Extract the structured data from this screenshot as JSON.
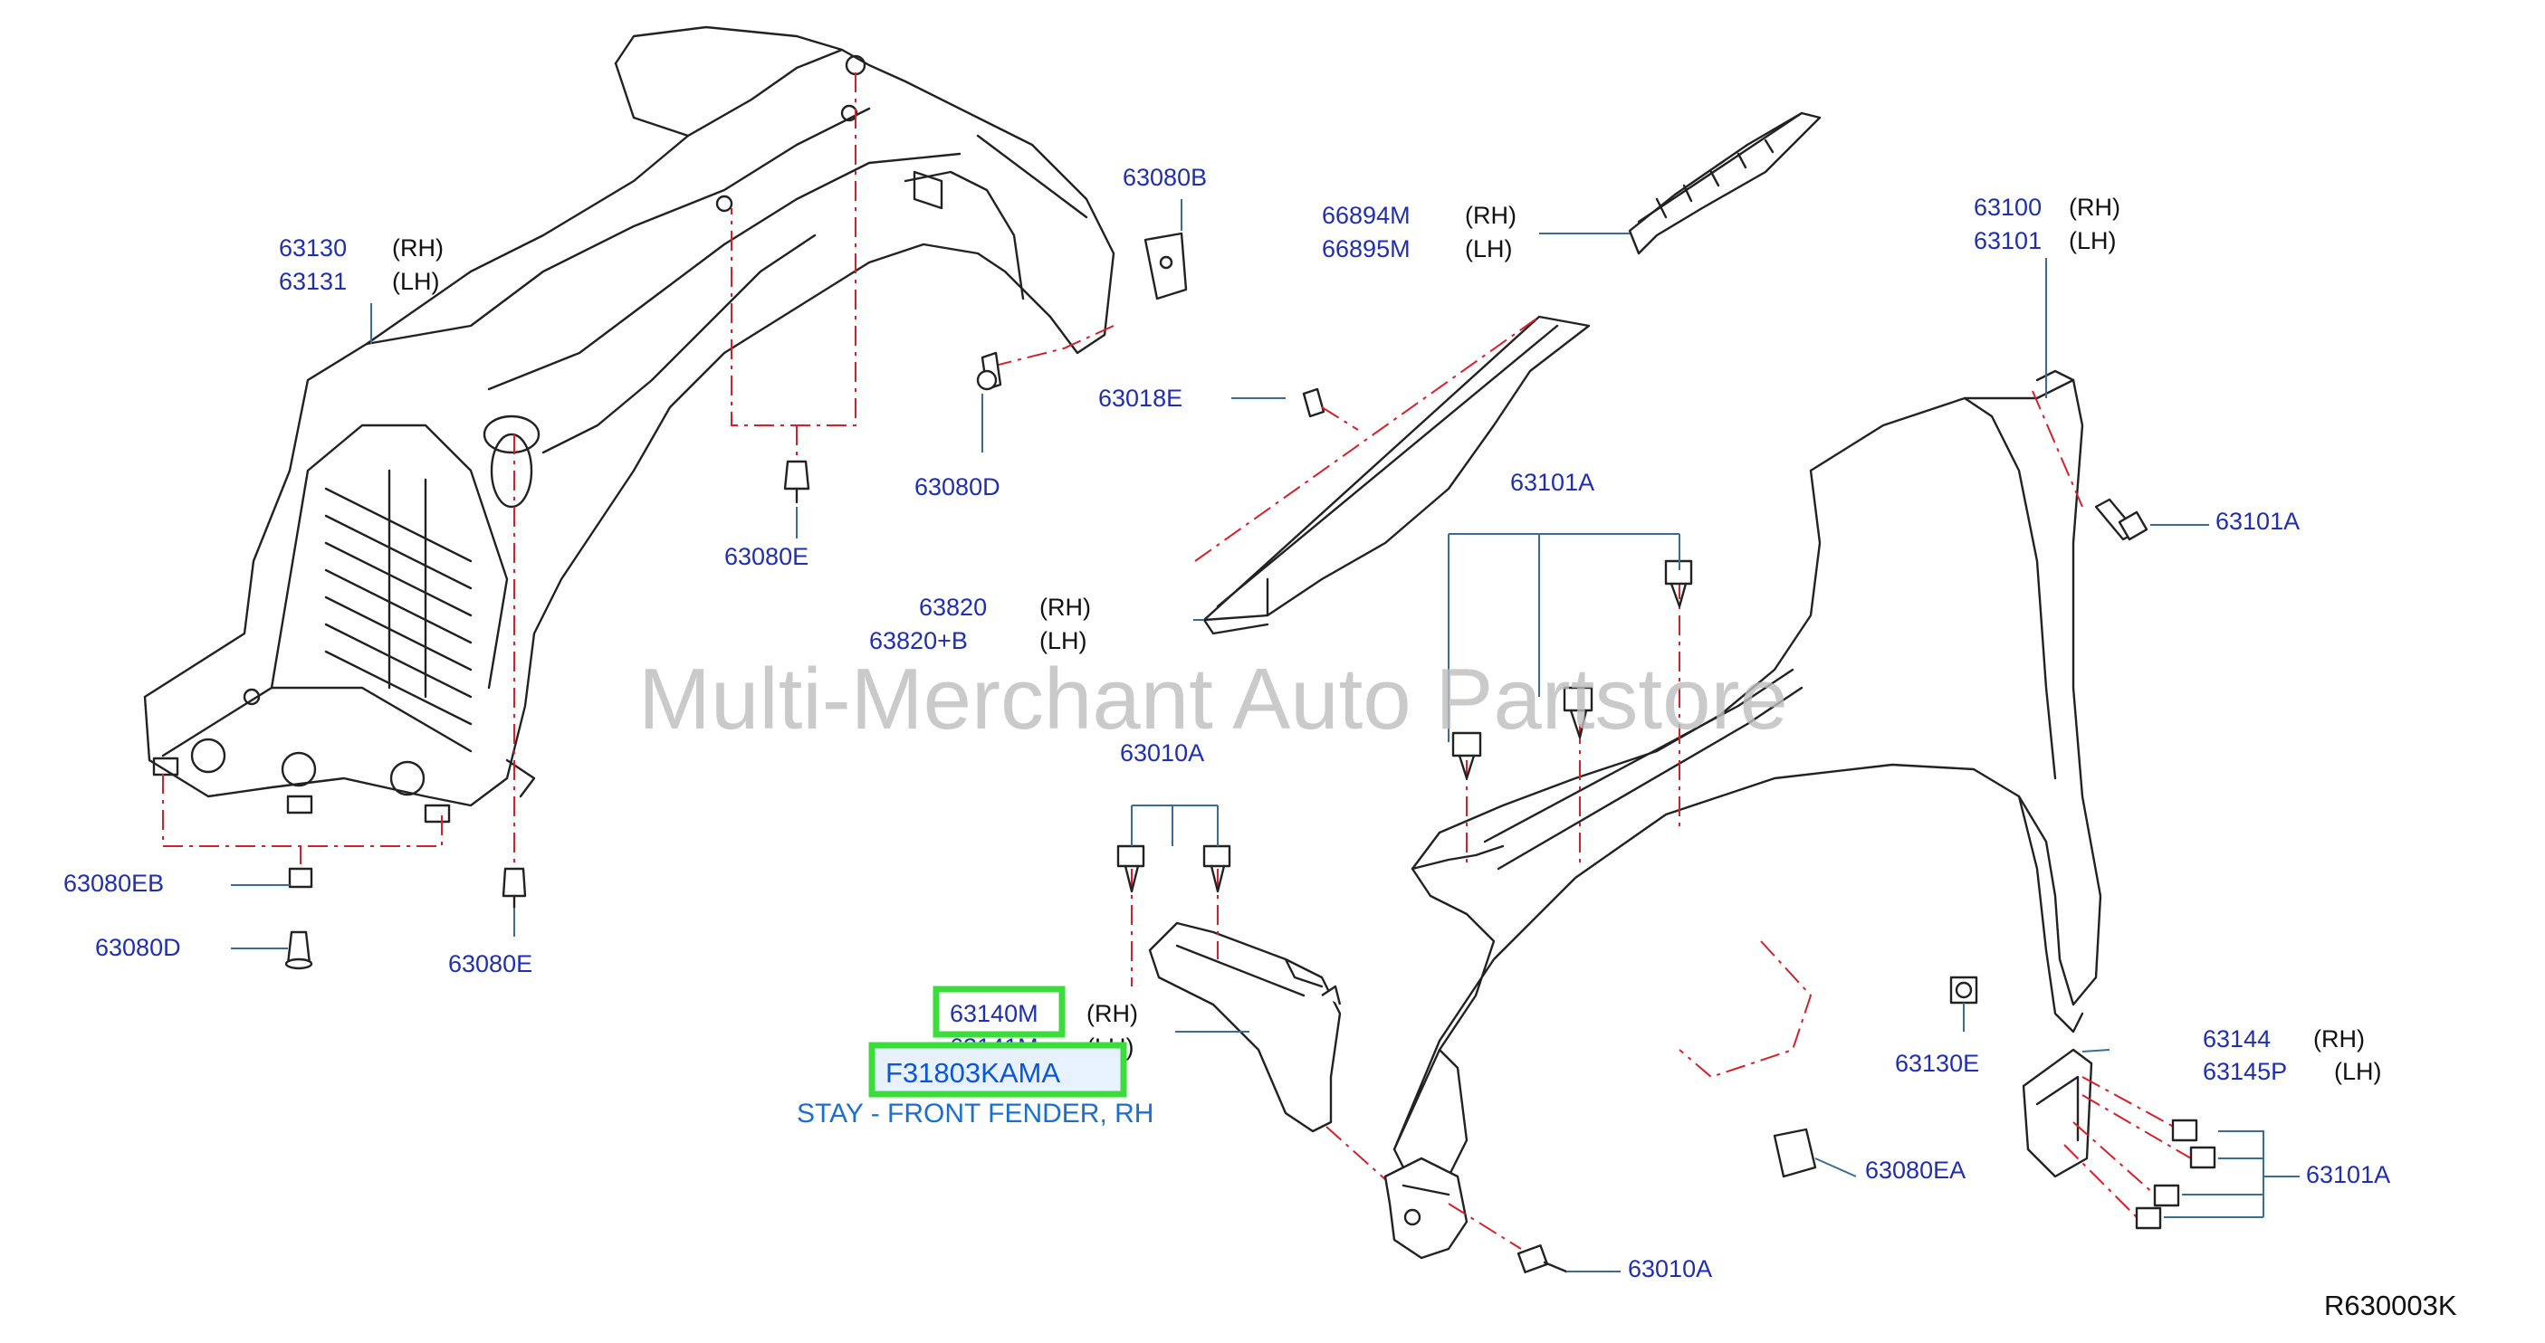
{
  "watermark": "Multi-Merchant Auto Partstore",
  "diagram_ref": "R630003K",
  "labels": {
    "p63130": "63130",
    "p63130_side": "(RH)",
    "p63131": "63131",
    "p63131_side": "(LH)",
    "p63080B": "63080B",
    "p66894M": "66894M",
    "p66894M_side": "(RH)",
    "p66895M": "66895M",
    "p66895M_side": "(LH)",
    "p63100": "63100",
    "p63100_side": "(RH)",
    "p63101": "63101",
    "p63101_side": "(LH)",
    "p63018E": "63018E",
    "p63080D_top": "63080D",
    "p63080E_top": "63080E",
    "p63101A_right": "63101A",
    "p63101A_mid": "63101A",
    "p63820": "63820",
    "p63820_side": "(RH)",
    "p63820B": "63820+B",
    "p63820B_side": "(LH)",
    "p63010A_top": "63010A",
    "p63080EB": "63080EB",
    "p63080D_bottom": "63080D",
    "p63080E_bottom": "63080E",
    "p63140M": "63140M",
    "p63140M_side": "(RH)",
    "p63141M": "63141M",
    "p63141M_side": "(LH)",
    "p63130E": "63130E",
    "p63144": "63144",
    "p63144_side": "(RH)",
    "p63145P": "63145P",
    "p63145P_side": "(LH)",
    "p63101A_bracket": "63101A",
    "p63080EA": "63080EA",
    "p63010A_bottom": "63010A"
  },
  "callout": {
    "part_number": "F31803KAMA",
    "description": "STAY - FRONT FENDER, RH",
    "highlight_color": "#3ddc3d"
  },
  "colors": {
    "part_label": "#1f2fb0",
    "leader": "#3a6d96",
    "assembly_line": "#d4202a"
  }
}
